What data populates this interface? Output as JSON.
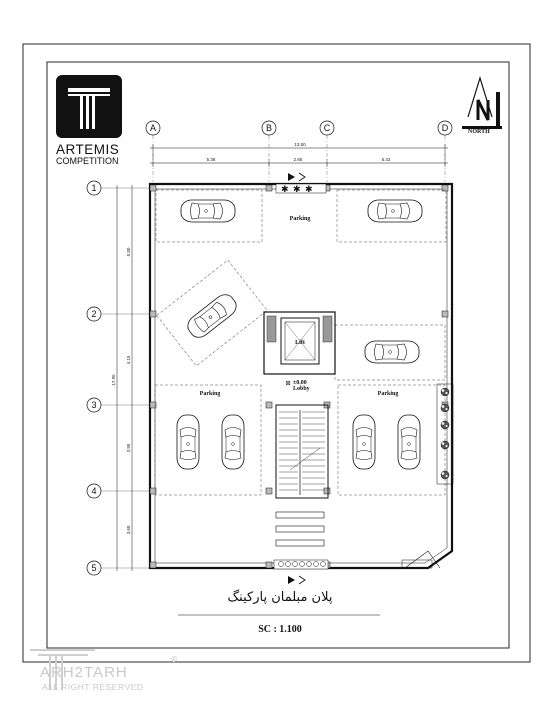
{
  "logo": {
    "name": "ARTEMIS",
    "subtitle": "COMPETITION",
    "mark": "T"
  },
  "north": {
    "label": "NORTH",
    "letter": "N"
  },
  "grid_columns": [
    "A",
    "B",
    "C",
    "D"
  ],
  "grid_rows": [
    "1",
    "2",
    "3",
    "4",
    "5"
  ],
  "dims_top": {
    "total": "13.50",
    "a_b": "5.38",
    "b_c": "2.65",
    "c_d": "5.42"
  },
  "dims_left": {
    "total": "17.95",
    "r1_r2": "5.80",
    "r2_r3": "4.15",
    "r3_r4": "3.95",
    "r4_r5": "3.60"
  },
  "rooms": {
    "parking_north": "Parking",
    "parking_west": "Parking",
    "parking_east": "Parking",
    "lift": "Lift",
    "lobby": "Lobby",
    "lobby_level": "±0.00"
  },
  "title": "پلان مبلمان پارکینگ",
  "scale": "SC : 1.100",
  "watermark": {
    "brand": "ARH2TARH",
    "rights": "ALL RIGHT RESERVED",
    "reg": "®"
  },
  "colors": {
    "ink": "#111111",
    "dash": "#555555",
    "watermark": "#c9c9c9"
  },
  "icons": [
    "car-icon",
    "tree-icon",
    "north-arrow-icon",
    "entrance-arrow-icon",
    "logo-t-icon"
  ]
}
